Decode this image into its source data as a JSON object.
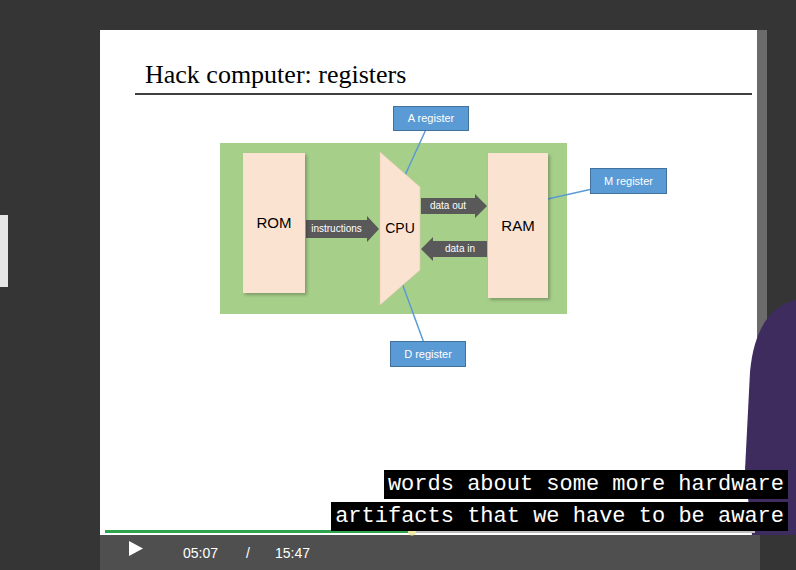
{
  "diagram": {
    "title": "Hack computer: registers",
    "nodes": [
      {
        "text": [
          "A register"
        ]
      },
      {
        "text": [
          "ROM"
        ]
      },
      {
        "text": [
          "CPU"
        ]
      },
      {
        "text": [
          "RAM"
        ]
      },
      {
        "text": [
          "M register"
        ]
      },
      {
        "text": [
          "D register"
        ]
      }
    ],
    "edges": [
      {
        "from": 1,
        "to": 2,
        "arrow": "to",
        "label": "instructions"
      },
      {
        "from": 2,
        "to": 3,
        "arrow": "to",
        "label": "data out"
      },
      {
        "from": 3,
        "to": 2,
        "arrow": "to",
        "label": "data in"
      },
      {
        "from": 0,
        "to": 2,
        "arrow": "none"
      },
      {
        "from": 4,
        "to": 3,
        "arrow": "none"
      },
      {
        "from": 5,
        "to": 2,
        "arrow": "none"
      }
    ],
    "labels": [
      "words about some more hardware",
      "artifacts that we have to be aware",
      "05:07",
      "/",
      "15:47"
    ]
  }
}
